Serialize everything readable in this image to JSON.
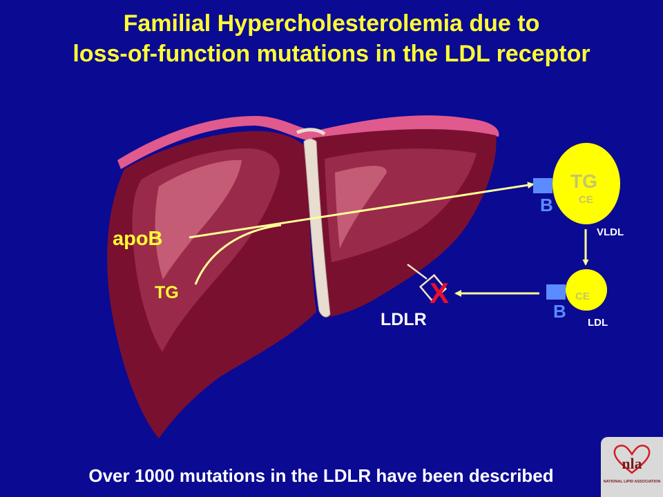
{
  "slide": {
    "title_line1": "Familial Hypercholesterolemia due to",
    "title_line2": "loss-of-function mutations in the LDL receptor",
    "footer": "Over 1000 mutations in the LDLR have been described",
    "background_color": "#0b0a93",
    "title_color": "#ffff33"
  },
  "labels": {
    "apob": "apoB",
    "tg": "TG",
    "ldlr": "LDLR",
    "blocked_mark": "X"
  },
  "vldl": {
    "core_tg": "TG",
    "core_ce": "CE",
    "apob_tag": "B",
    "name": "VLDL"
  },
  "ldl": {
    "core_ce": "CE",
    "apob_tag": "B",
    "name": "LDL"
  },
  "logo": {
    "mark": "nla",
    "subtitle": "NATIONAL LIPID ASSOCIATION"
  },
  "colors": {
    "liver": "#7a1030",
    "particle": "#ffff00",
    "apob_box": "#5b8cff",
    "arrow": "#ffff99",
    "block_x": "#e8102a"
  }
}
